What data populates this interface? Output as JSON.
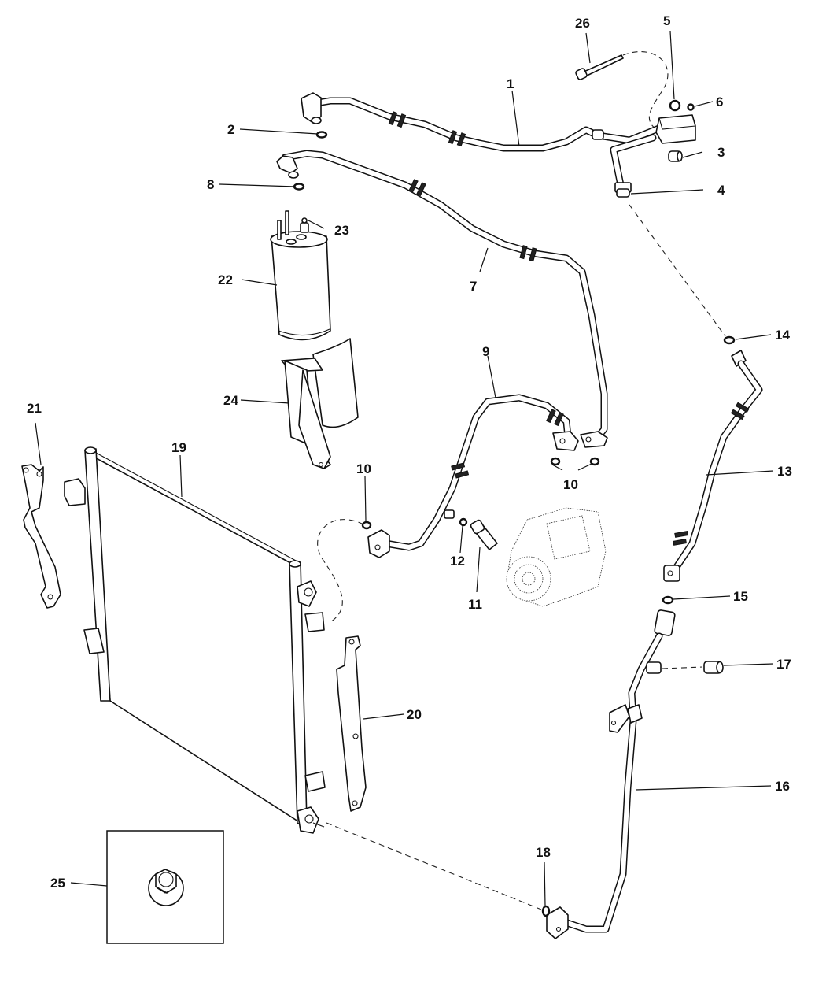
{
  "diagram": {
    "type": "exploded parts diagram",
    "subject": "A/C plumbing, condenser and receiver/drier assembly",
    "callouts": [
      {
        "id": "1",
        "label": "1",
        "part": "discharge/suction line"
      },
      {
        "id": "2",
        "label": "2",
        "part": "o-ring"
      },
      {
        "id": "3",
        "label": "3",
        "part": "cap"
      },
      {
        "id": "4",
        "label": "4",
        "part": "fitting"
      },
      {
        "id": "5",
        "label": "5",
        "part": "o-ring"
      },
      {
        "id": "6",
        "label": "6",
        "part": "o-ring"
      },
      {
        "id": "7",
        "label": "7",
        "part": "line"
      },
      {
        "id": "8",
        "label": "8",
        "part": "o-ring"
      },
      {
        "id": "9",
        "label": "9",
        "part": "line"
      },
      {
        "id": "10",
        "label": "10",
        "part": "o-ring"
      },
      {
        "id": "10b",
        "label": "10",
        "part": "o-ring"
      },
      {
        "id": "11",
        "label": "11",
        "part": "pressure switch"
      },
      {
        "id": "12",
        "label": "12",
        "part": "o-ring"
      },
      {
        "id": "13",
        "label": "13",
        "part": "line"
      },
      {
        "id": "14",
        "label": "14",
        "part": "o-ring"
      },
      {
        "id": "15",
        "label": "15",
        "part": "o-ring"
      },
      {
        "id": "16",
        "label": "16",
        "part": "line"
      },
      {
        "id": "17",
        "label": "17",
        "part": "cap"
      },
      {
        "id": "18",
        "label": "18",
        "part": "o-ring"
      },
      {
        "id": "19",
        "label": "19",
        "part": "condenser"
      },
      {
        "id": "20",
        "label": "20",
        "part": "bracket"
      },
      {
        "id": "21",
        "label": "21",
        "part": "bracket"
      },
      {
        "id": "22",
        "label": "22",
        "part": "receiver/drier"
      },
      {
        "id": "23",
        "label": "23",
        "part": "valve"
      },
      {
        "id": "24",
        "label": "24",
        "part": "bracket"
      },
      {
        "id": "25",
        "label": "25",
        "part": "nut"
      },
      {
        "id": "26",
        "label": "26",
        "part": "bolt"
      }
    ]
  }
}
